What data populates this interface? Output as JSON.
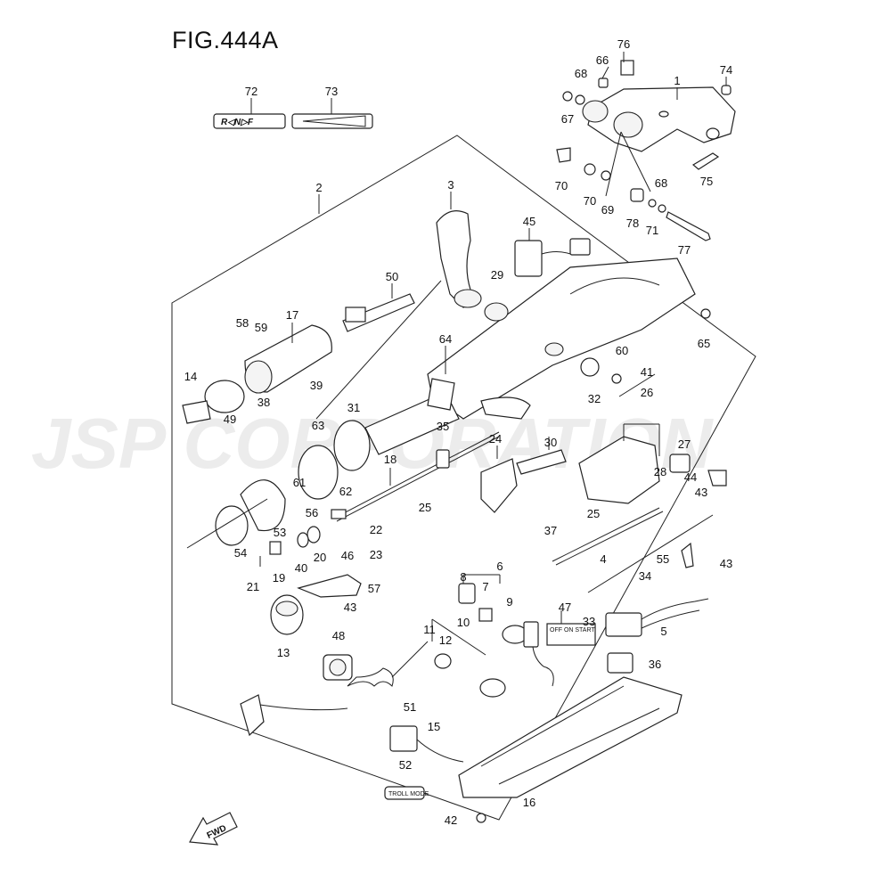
{
  "figure_title": "FIG.444A",
  "watermark": "JSP CORPORATION",
  "fwd_label": "FWD",
  "decal_72_text": "R◁N▷F",
  "decal_52_text": "TROLL MODE",
  "decal_47_text": "OFF ON START",
  "labels": [
    {
      "id": "76",
      "text": "76"
    },
    {
      "id": "74",
      "text": "74"
    },
    {
      "id": "66",
      "text": "66"
    },
    {
      "id": "68a",
      "text": "68"
    },
    {
      "id": "1",
      "text": "1"
    },
    {
      "id": "67",
      "text": "67"
    },
    {
      "id": "72",
      "text": "72"
    },
    {
      "id": "73",
      "text": "73"
    },
    {
      "id": "70a",
      "text": "70"
    },
    {
      "id": "70b",
      "text": "70"
    },
    {
      "id": "69",
      "text": "69"
    },
    {
      "id": "68b",
      "text": "68"
    },
    {
      "id": "75",
      "text": "75"
    },
    {
      "id": "78",
      "text": "78"
    },
    {
      "id": "71",
      "text": "71"
    },
    {
      "id": "77",
      "text": "77"
    },
    {
      "id": "2",
      "text": "2"
    },
    {
      "id": "3",
      "text": "3"
    },
    {
      "id": "45",
      "text": "45"
    },
    {
      "id": "29",
      "text": "29"
    },
    {
      "id": "50",
      "text": "50"
    },
    {
      "id": "58",
      "text": "58"
    },
    {
      "id": "59",
      "text": "59"
    },
    {
      "id": "17",
      "text": "17"
    },
    {
      "id": "64",
      "text": "64"
    },
    {
      "id": "65",
      "text": "65"
    },
    {
      "id": "60",
      "text": "60"
    },
    {
      "id": "41",
      "text": "41"
    },
    {
      "id": "32",
      "text": "32"
    },
    {
      "id": "14",
      "text": "14"
    },
    {
      "id": "39",
      "text": "39"
    },
    {
      "id": "38",
      "text": "38"
    },
    {
      "id": "26",
      "text": "26"
    },
    {
      "id": "49",
      "text": "49"
    },
    {
      "id": "31",
      "text": "31"
    },
    {
      "id": "63",
      "text": "63"
    },
    {
      "id": "35",
      "text": "35"
    },
    {
      "id": "24",
      "text": "24"
    },
    {
      "id": "30",
      "text": "30"
    },
    {
      "id": "27",
      "text": "27"
    },
    {
      "id": "28",
      "text": "28"
    },
    {
      "id": "18",
      "text": "18"
    },
    {
      "id": "44",
      "text": "44"
    },
    {
      "id": "61",
      "text": "61"
    },
    {
      "id": "62",
      "text": "62"
    },
    {
      "id": "43a",
      "text": "43"
    },
    {
      "id": "56",
      "text": "56"
    },
    {
      "id": "25a",
      "text": "25"
    },
    {
      "id": "25b",
      "text": "25"
    },
    {
      "id": "54",
      "text": "54"
    },
    {
      "id": "53",
      "text": "53"
    },
    {
      "id": "22",
      "text": "22"
    },
    {
      "id": "37",
      "text": "37"
    },
    {
      "id": "20",
      "text": "20"
    },
    {
      "id": "40",
      "text": "40"
    },
    {
      "id": "23",
      "text": "23"
    },
    {
      "id": "4",
      "text": "4"
    },
    {
      "id": "55",
      "text": "55"
    },
    {
      "id": "43b",
      "text": "43"
    },
    {
      "id": "46",
      "text": "46"
    },
    {
      "id": "6",
      "text": "6"
    },
    {
      "id": "34",
      "text": "34"
    },
    {
      "id": "19",
      "text": "19"
    },
    {
      "id": "21",
      "text": "21"
    },
    {
      "id": "8",
      "text": "8"
    },
    {
      "id": "7",
      "text": "7"
    },
    {
      "id": "57",
      "text": "57"
    },
    {
      "id": "9",
      "text": "9"
    },
    {
      "id": "47",
      "text": "47"
    },
    {
      "id": "43c",
      "text": "43"
    },
    {
      "id": "33",
      "text": "33"
    },
    {
      "id": "10",
      "text": "10"
    },
    {
      "id": "5",
      "text": "5"
    },
    {
      "id": "13",
      "text": "13"
    },
    {
      "id": "11",
      "text": "11"
    },
    {
      "id": "12",
      "text": "12"
    },
    {
      "id": "48",
      "text": "48"
    },
    {
      "id": "36",
      "text": "36"
    },
    {
      "id": "51",
      "text": "51"
    },
    {
      "id": "15",
      "text": "15"
    },
    {
      "id": "52",
      "text": "52"
    },
    {
      "id": "16",
      "text": "16"
    },
    {
      "id": "42",
      "text": "42"
    }
  ]
}
